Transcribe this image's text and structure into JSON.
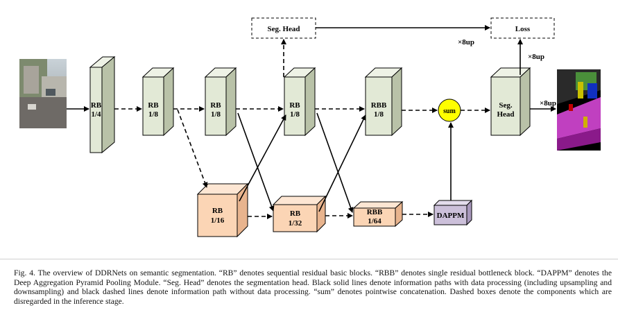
{
  "blocks": {
    "rb_1_4": {
      "l1": "RB",
      "l2": "1/4"
    },
    "rb_1_8a": {
      "l1": "RB",
      "l2": "1/8"
    },
    "rb_1_8b": {
      "l1": "RB",
      "l2": "1/8"
    },
    "rb_1_8c": {
      "l1": "RB",
      "l2": "1/8"
    },
    "rbb_1_8": {
      "l1": "RBB",
      "l2": "1/8"
    },
    "rb_1_16": {
      "l1": "RB",
      "l2": "1/16"
    },
    "rb_1_32": {
      "l1": "RB",
      "l2": "1/32"
    },
    "rbb_1_64": {
      "l1": "RBB",
      "l2": "1/64"
    },
    "dappm": "DAPPM",
    "seg_head_main": {
      "l1": "Seg.",
      "l2": "Head"
    },
    "seg_head_aux": "Seg. Head",
    "loss": "Loss",
    "sum": "sum"
  },
  "up_labels": {
    "aux_to_loss": "×8up",
    "head_to_loss": "×8up",
    "head_to_output": "×8up"
  },
  "colors": {
    "high_res_branch": "#e2e9d6",
    "low_res_branch": "#fbd5b5",
    "dappm": "#ccc0da",
    "sum": "#ffff00"
  },
  "caption": "Fig. 4.   The overview of DDRNets on semantic segmentation. “RB” denotes sequential residual basic blocks. “RBB” denotes single residual bottleneck block. “DAPPM” denotes the Deep Aggregation Pyramid Pooling Module. “Seg. Head” denotes the segmentation head. Black solid lines denote information paths with data processing (including upsampling and downsampling) and black dashed lines denote information path without data processing. “sum” denotes pointwise concatenation. Dashed boxes denote the components which are disregarded in the inference stage."
}
